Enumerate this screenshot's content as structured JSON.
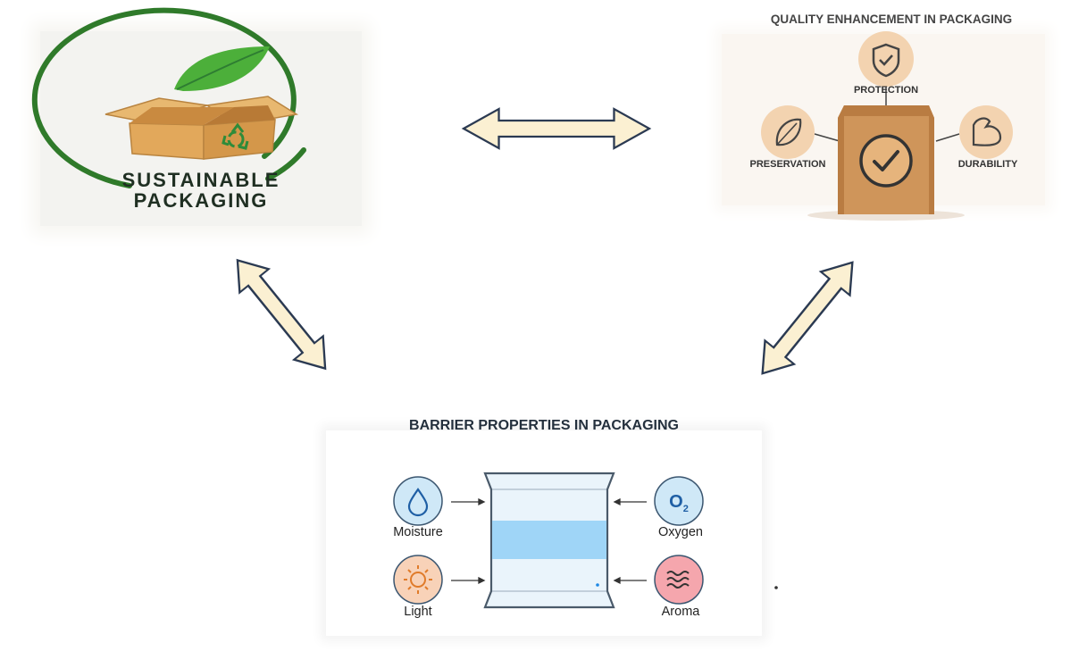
{
  "sustainable": {
    "title_line1": "SUSTAINABLE",
    "title_line2": "PACKAGING",
    "icons": [
      "leaf-icon",
      "cardboard-box-icon",
      "recycle-icon"
    ]
  },
  "quality": {
    "title": "QUALITY ENHANCEMENT IN PACKAGING",
    "labels": {
      "protection": "PROTECTION",
      "preservation": "PRESERVATION",
      "durability": "DURABILITY"
    },
    "icons": [
      "shield-check-icon",
      "leaf-icon",
      "bicep-icon",
      "paper-bag-icon",
      "check-icon"
    ]
  },
  "barrier": {
    "title": "BARRIER PROPERTIES IN PACKAGING",
    "labels": {
      "moisture": "Moisture",
      "oxygen": "Oxygen",
      "light": "Light",
      "aroma": "Aroma"
    },
    "oxygen_symbol": "O",
    "oxygen_subscript": "2",
    "icons": [
      "water-drop-icon",
      "oxygen-icon",
      "sun-icon",
      "wave-icon",
      "pouch-icon"
    ]
  },
  "colors": {
    "arrow_fill": "#fbf0d2",
    "arrow_stroke": "#2b3a52",
    "green": "#2e7d32",
    "kraft": "#d9a05c"
  }
}
